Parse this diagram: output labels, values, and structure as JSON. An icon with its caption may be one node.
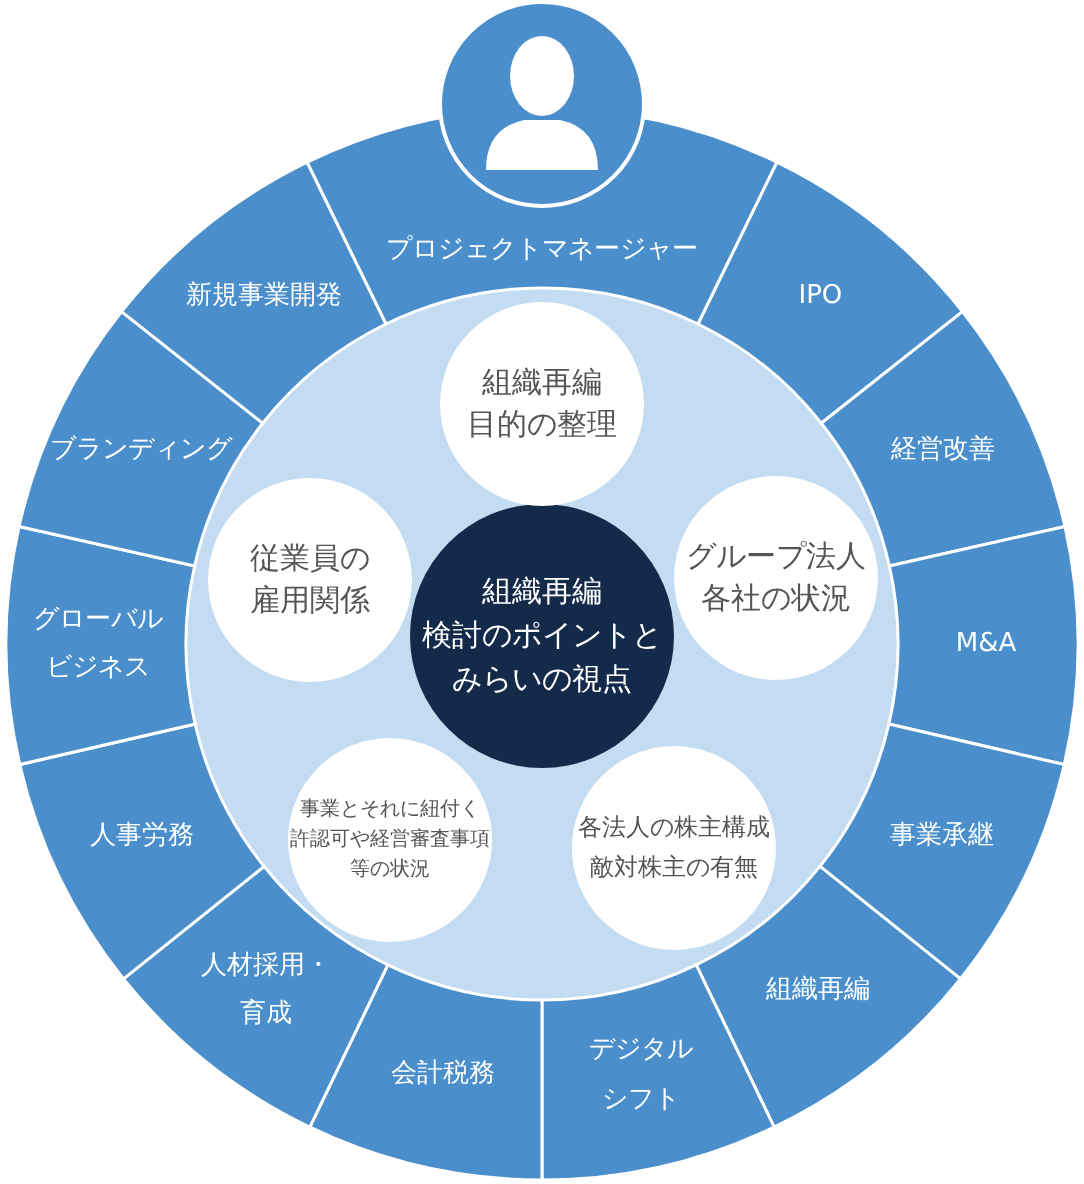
{
  "diagram": {
    "nodes": [
      {
        "text": [
          "プロジェクトマネージャー"
        ]
      },
      {
        "text": [
          "IPO"
        ]
      },
      {
        "text": [
          "経営改善"
        ]
      },
      {
        "text": [
          "M&A"
        ]
      },
      {
        "text": [
          "事業承継"
        ]
      },
      {
        "text": [
          "組織再編"
        ]
      },
      {
        "text": [
          "デジタルシフト"
        ]
      },
      {
        "text": [
          "会計税務"
        ]
      },
      {
        "text": [
          "人材採用・育成"
        ]
      },
      {
        "text": [
          "人事労務"
        ]
      },
      {
        "text": [
          "グローバルビジネス"
        ]
      },
      {
        "text": [
          "ブランディング"
        ]
      },
      {
        "text": [
          "新規事業開発"
        ]
      },
      {
        "text": [
          "組織再編検討のポイントとみらいの視点"
        ]
      },
      {
        "text": [
          "組織再編目的の整理"
        ]
      },
      {
        "text": [
          "従業員の雇用関係"
        ]
      },
      {
        "text": [
          "グループ法人各社の状況"
        ]
      },
      {
        "text": [
          "事業とそれに紐付く許認可や経営審査事項等の状況"
        ]
      },
      {
        "text": [
          "各法人の株主構成敵対株主の有無"
        ]
      }
    ],
    "edges": []
  }
}
